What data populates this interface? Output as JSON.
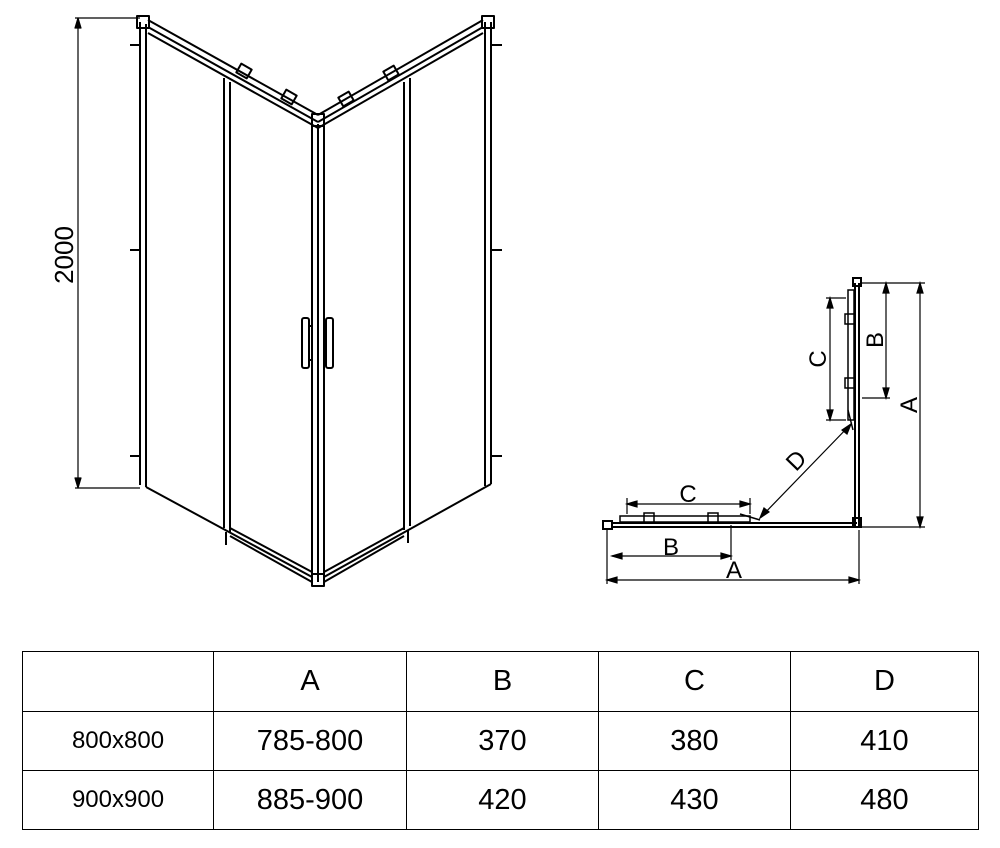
{
  "front_view": {
    "height_label": "2000"
  },
  "plan_view": {
    "labels": {
      "a_horizontal": "A",
      "b_horizontal": "B",
      "c_horizontal": "C",
      "d_diagonal": "D",
      "a_vertical": "A",
      "b_vertical": "B",
      "c_vertical": "C"
    }
  },
  "table": {
    "headers": [
      "",
      "A",
      "B",
      "C",
      "D"
    ],
    "rows": [
      {
        "size": "800x800",
        "a": "785-800",
        "b": "370",
        "c": "380",
        "d": "410"
      },
      {
        "size": "900x900",
        "a": "885-900",
        "b": "420",
        "c": "430",
        "d": "480"
      }
    ]
  }
}
